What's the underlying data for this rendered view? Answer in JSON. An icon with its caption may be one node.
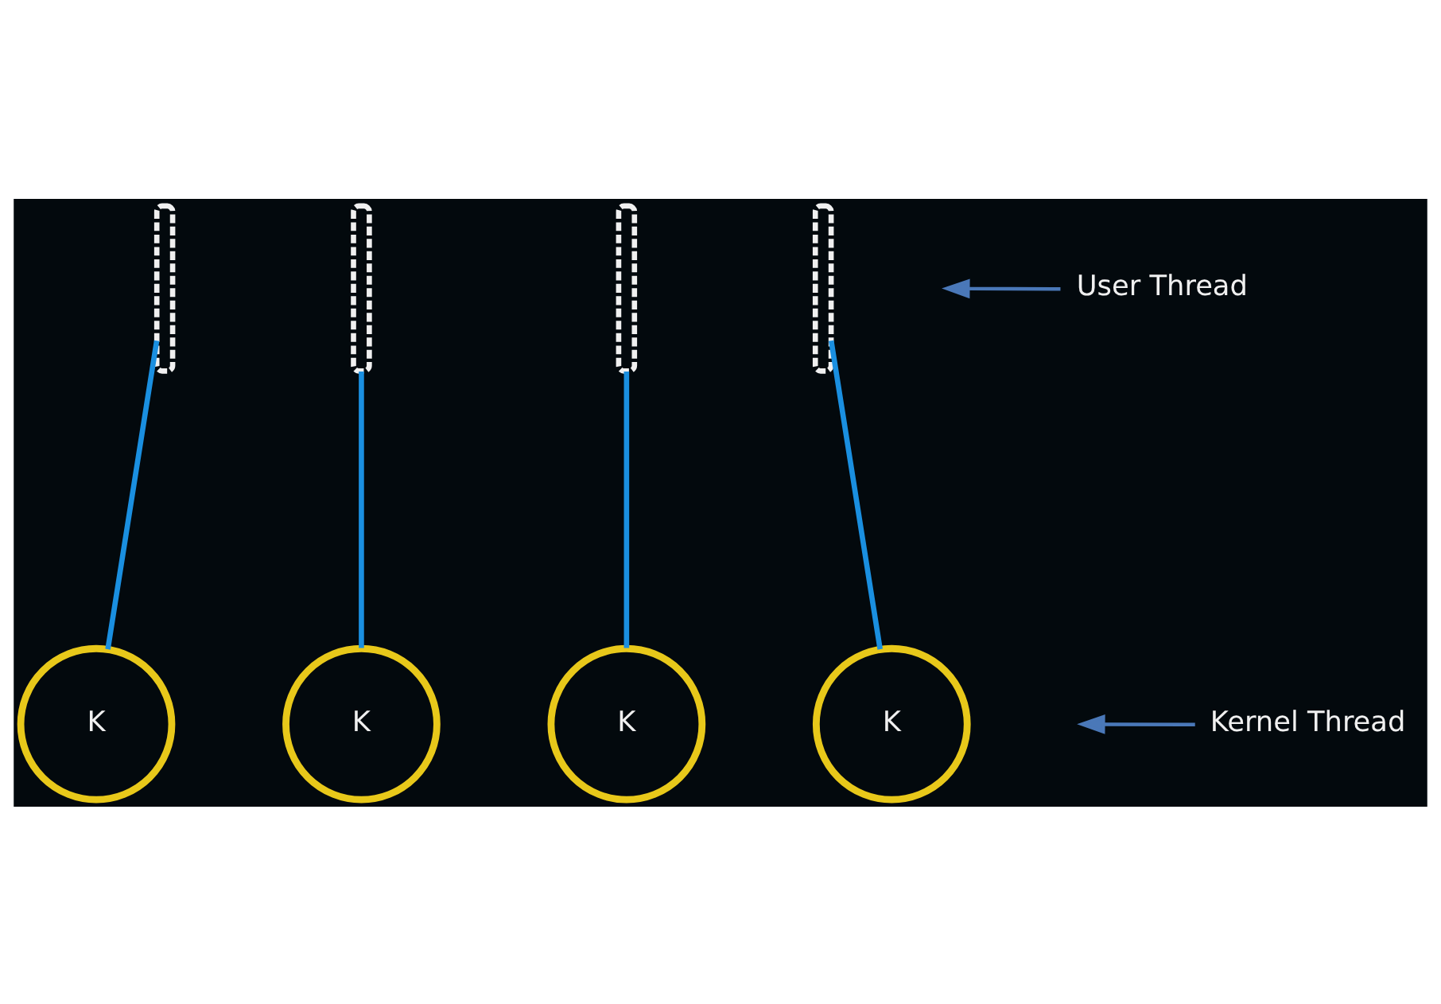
{
  "diagram": {
    "nodes": [
      {
        "text": [],
        "shape": "squiggle"
      },
      {
        "text": [],
        "shape": "squiggle"
      },
      {
        "text": [],
        "shape": "squiggle"
      },
      {
        "text": [],
        "shape": "squiggle"
      },
      {
        "text": [
          "User Thread"
        ]
      },
      {
        "text": [
          "K"
        ]
      },
      {
        "text": [
          "K"
        ]
      },
      {
        "text": [
          "K"
        ]
      },
      {
        "text": [
          "K"
        ]
      },
      {
        "text": [
          "Kernel Thread"
        ]
      }
    ],
    "edges": [
      {
        "from": 0,
        "to": 5,
        "arrow": "none"
      },
      {
        "from": 1,
        "to": 6,
        "arrow": "none"
      },
      {
        "from": 2,
        "to": 7,
        "arrow": "none"
      },
      {
        "from": 3,
        "to": 8,
        "arrow": "none"
      },
      {
        "from": 4,
        "to": null,
        "arrow": "to",
        "color": "#4a78b8"
      },
      {
        "from": 9,
        "to": null,
        "arrow": "to",
        "color": "#4a78b8"
      }
    ]
  }
}
